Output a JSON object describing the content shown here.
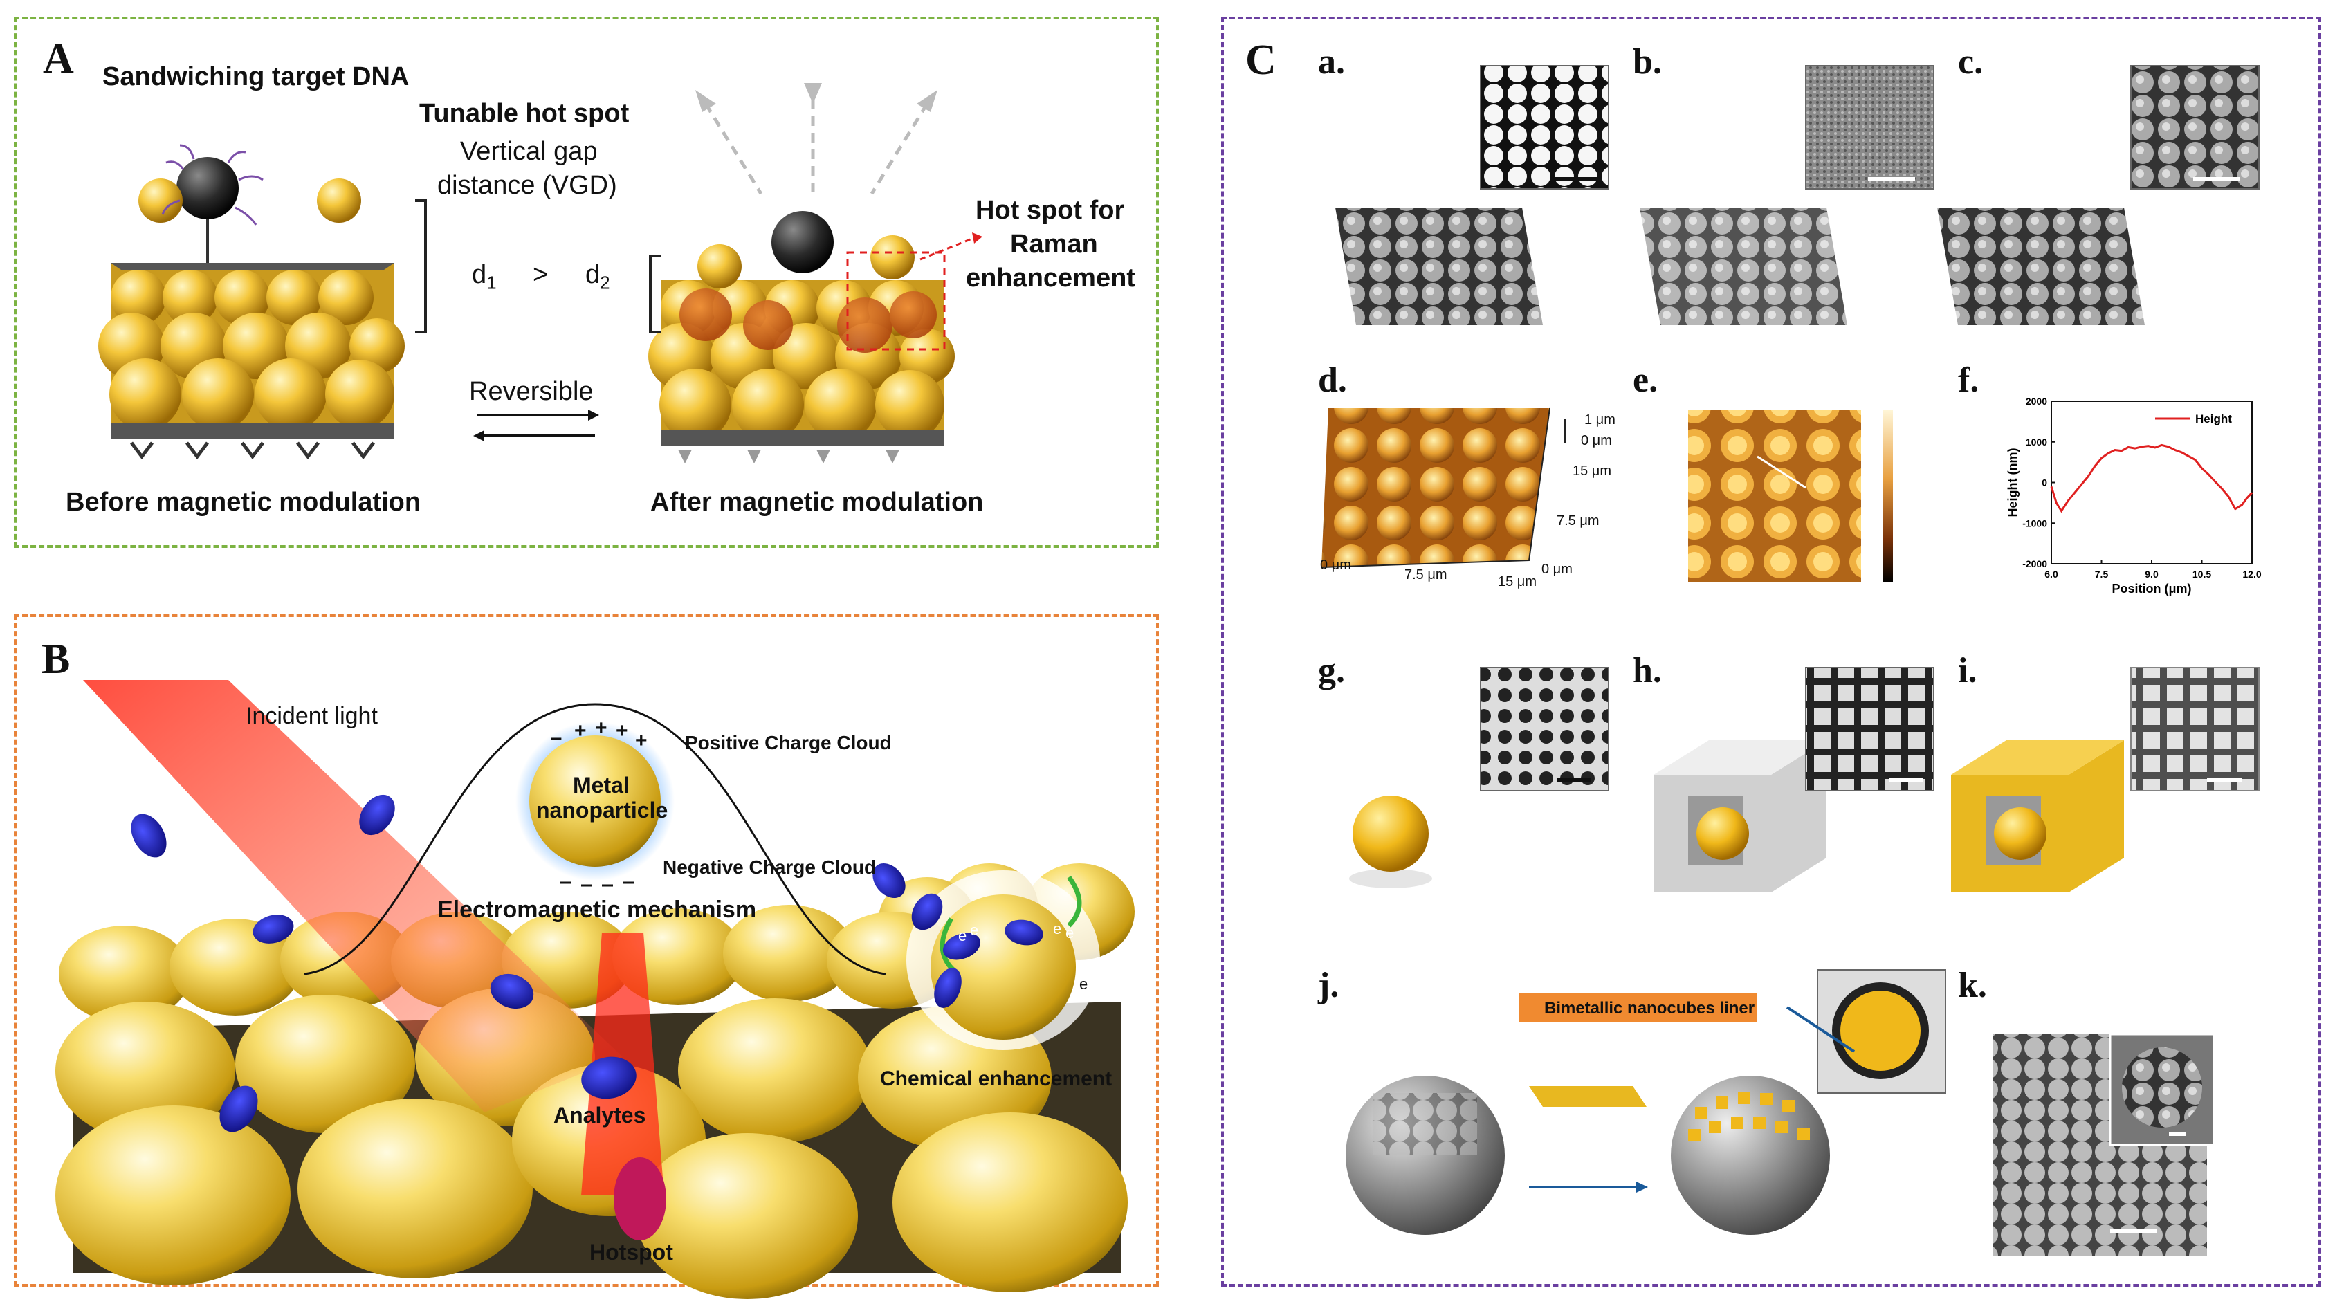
{
  "panel_a": {
    "letter": "A",
    "title": "Sandwiching target DNA",
    "hot_spot_title": "Tunable hot spot",
    "vgd_line1": "Vertical gap",
    "vgd_line2": "distance (VGD)",
    "d1": "d",
    "d1_sub": "1",
    "gt": ">",
    "d2": "d",
    "d2_sub": "2",
    "raman_line1": "Hot spot for",
    "raman_line2": "Raman",
    "raman_line3": "enhancement",
    "reversible": "Reversible",
    "before": "Before magnetic modulation",
    "after": "After magnetic modulation"
  },
  "panel_b": {
    "letter": "B",
    "incident": "Incident light",
    "positive_cloud": "Positive Charge Cloud",
    "metal_line1": "Metal",
    "metal_line2": "nanoparticle",
    "negative_cloud": "Negative Charge Cloud",
    "em_mechanism": "Electromagnetic mechanism",
    "chemical": "Chemical enhancement",
    "analytes": "Analytes",
    "hotspot": "Hotspot",
    "electron_labels": [
      "e",
      "e",
      "e",
      "e",
      "e"
    ]
  },
  "panel_c": {
    "letter": "C",
    "sub_letters": [
      "a.",
      "b.",
      "c.",
      "d.",
      "e.",
      "f.",
      "g.",
      "h.",
      "i.",
      "j.",
      "k."
    ],
    "afm_z_top": "1 μm",
    "afm_z_bottom": "0 μm",
    "afm_y_top": "15 μm",
    "afm_y_mid": "7.5 μm",
    "afm_y_bottom": "0 μm",
    "afm_x_left": "0 μm",
    "afm_x_mid": "7.5 μm",
    "afm_x_right": "15 μm",
    "liner_label": "Bimetallic nanocubes liner"
  },
  "colors": {
    "panel_a_border": "#7cb342",
    "panel_b_border": "#e8833a",
    "panel_c_border": "#6a3fa0",
    "gold": "#f2c230",
    "profile_line": "#e02020"
  },
  "chart_data": {
    "type": "line",
    "xlabel": "Position (μm)",
    "ylabel": "Height (nm)",
    "legend": [
      "Height"
    ],
    "legend_position": "top-right",
    "xlim": [
      6.0,
      12.0
    ],
    "ylim": [
      -2000,
      2000
    ],
    "xticks": [
      "6.0",
      "7.5",
      "9.0",
      "10.5",
      "12.0"
    ],
    "yticks": [
      "2000",
      "1000",
      "0",
      "-1000",
      "-2000"
    ],
    "series": [
      {
        "name": "Height",
        "x": [
          6.0,
          6.15,
          6.3,
          6.5,
          6.7,
          6.9,
          7.1,
          7.3,
          7.5,
          7.7,
          7.9,
          8.1,
          8.3,
          8.5,
          8.7,
          8.9,
          9.1,
          9.3,
          9.5,
          9.7,
          9.9,
          10.1,
          10.3,
          10.5,
          10.7,
          10.9,
          11.1,
          11.3,
          11.5,
          11.7,
          11.85,
          12.0
        ],
        "values": [
          -100,
          -500,
          -700,
          -450,
          -250,
          -50,
          150,
          400,
          600,
          720,
          800,
          780,
          870,
          840,
          880,
          900,
          860,
          920,
          880,
          800,
          740,
          650,
          560,
          350,
          200,
          20,
          -150,
          -350,
          -650,
          -550,
          -380,
          -250
        ]
      }
    ]
  }
}
